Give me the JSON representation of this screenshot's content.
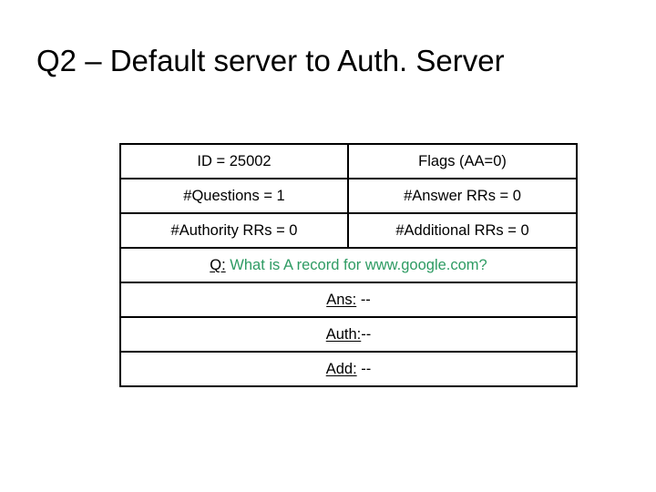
{
  "slide": {
    "title": "Q2 – Default server to Auth. Server",
    "background_color": "#FFFFFF",
    "text_color": "#000000"
  },
  "colors": {
    "query_green": "#2E9B63",
    "border_black": "#000000",
    "cell_background": "#FFFFFF"
  },
  "dns_message": {
    "header_rows": [
      {
        "left": "ID = 25002",
        "right": "Flags (AA=0)"
      },
      {
        "left": "#Questions = 1",
        "right": "#Answer RRs = 0"
      },
      {
        "left": "#Authority RRs = 0",
        "right": "#Additional RRs = 0"
      }
    ],
    "section_rows": [
      {
        "label": "Q:",
        "text": "What is A record for www.google.com?",
        "text_color": "#2E9B63"
      },
      {
        "label": "Ans:",
        "text": "--",
        "text_color": "#000000"
      },
      {
        "label": "Auth:",
        "text": "--",
        "text_color": "#000000"
      },
      {
        "label": "Add:",
        "text": "--",
        "text_color": "#000000"
      }
    ]
  }
}
